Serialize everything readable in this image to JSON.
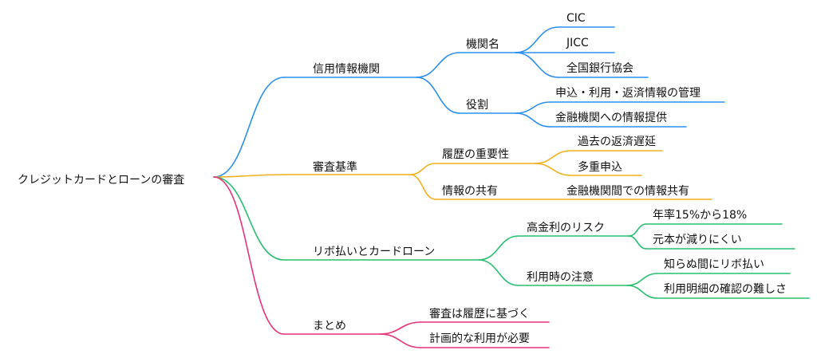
{
  "colors": {
    "blue": "#2a8ff0",
    "orange": "#f2b01a",
    "green": "#28bf6e",
    "pink": "#e8327a"
  },
  "root": {
    "label": "クレジットカードとローンの審査"
  },
  "branches": [
    {
      "label": "信用情報機関",
      "color": "blue",
      "children": [
        {
          "label": "機関名",
          "children": [
            {
              "label": "CIC"
            },
            {
              "label": "JICC"
            },
            {
              "label": "全国銀行協会"
            }
          ]
        },
        {
          "label": "役割",
          "children": [
            {
              "label": "申込・利用・返済情報の管理"
            },
            {
              "label": "金融機関への情報提供"
            }
          ]
        }
      ]
    },
    {
      "label": "審査基準",
      "color": "orange",
      "children": [
        {
          "label": "履歴の重要性",
          "children": [
            {
              "label": "過去の返済遅延"
            },
            {
              "label": "多重申込"
            }
          ]
        },
        {
          "label": "情報の共有",
          "children": [
            {
              "label": "金融機関間での情報共有"
            }
          ]
        }
      ]
    },
    {
      "label": "リボ払いとカードローン",
      "color": "green",
      "children": [
        {
          "label": "高金利のリスク",
          "children": [
            {
              "label": "年率15%から18%"
            },
            {
              "label": "元本が減りにくい"
            }
          ]
        },
        {
          "label": "利用時の注意",
          "children": [
            {
              "label": "知らぬ間にリボ払い"
            },
            {
              "label": "利用明細の確認の難しさ"
            }
          ]
        }
      ]
    },
    {
      "label": "まとめ",
      "color": "pink",
      "children": [
        {
          "label": "審査は履歴に基づく"
        },
        {
          "label": "計画的な利用が必要"
        }
      ]
    }
  ]
}
